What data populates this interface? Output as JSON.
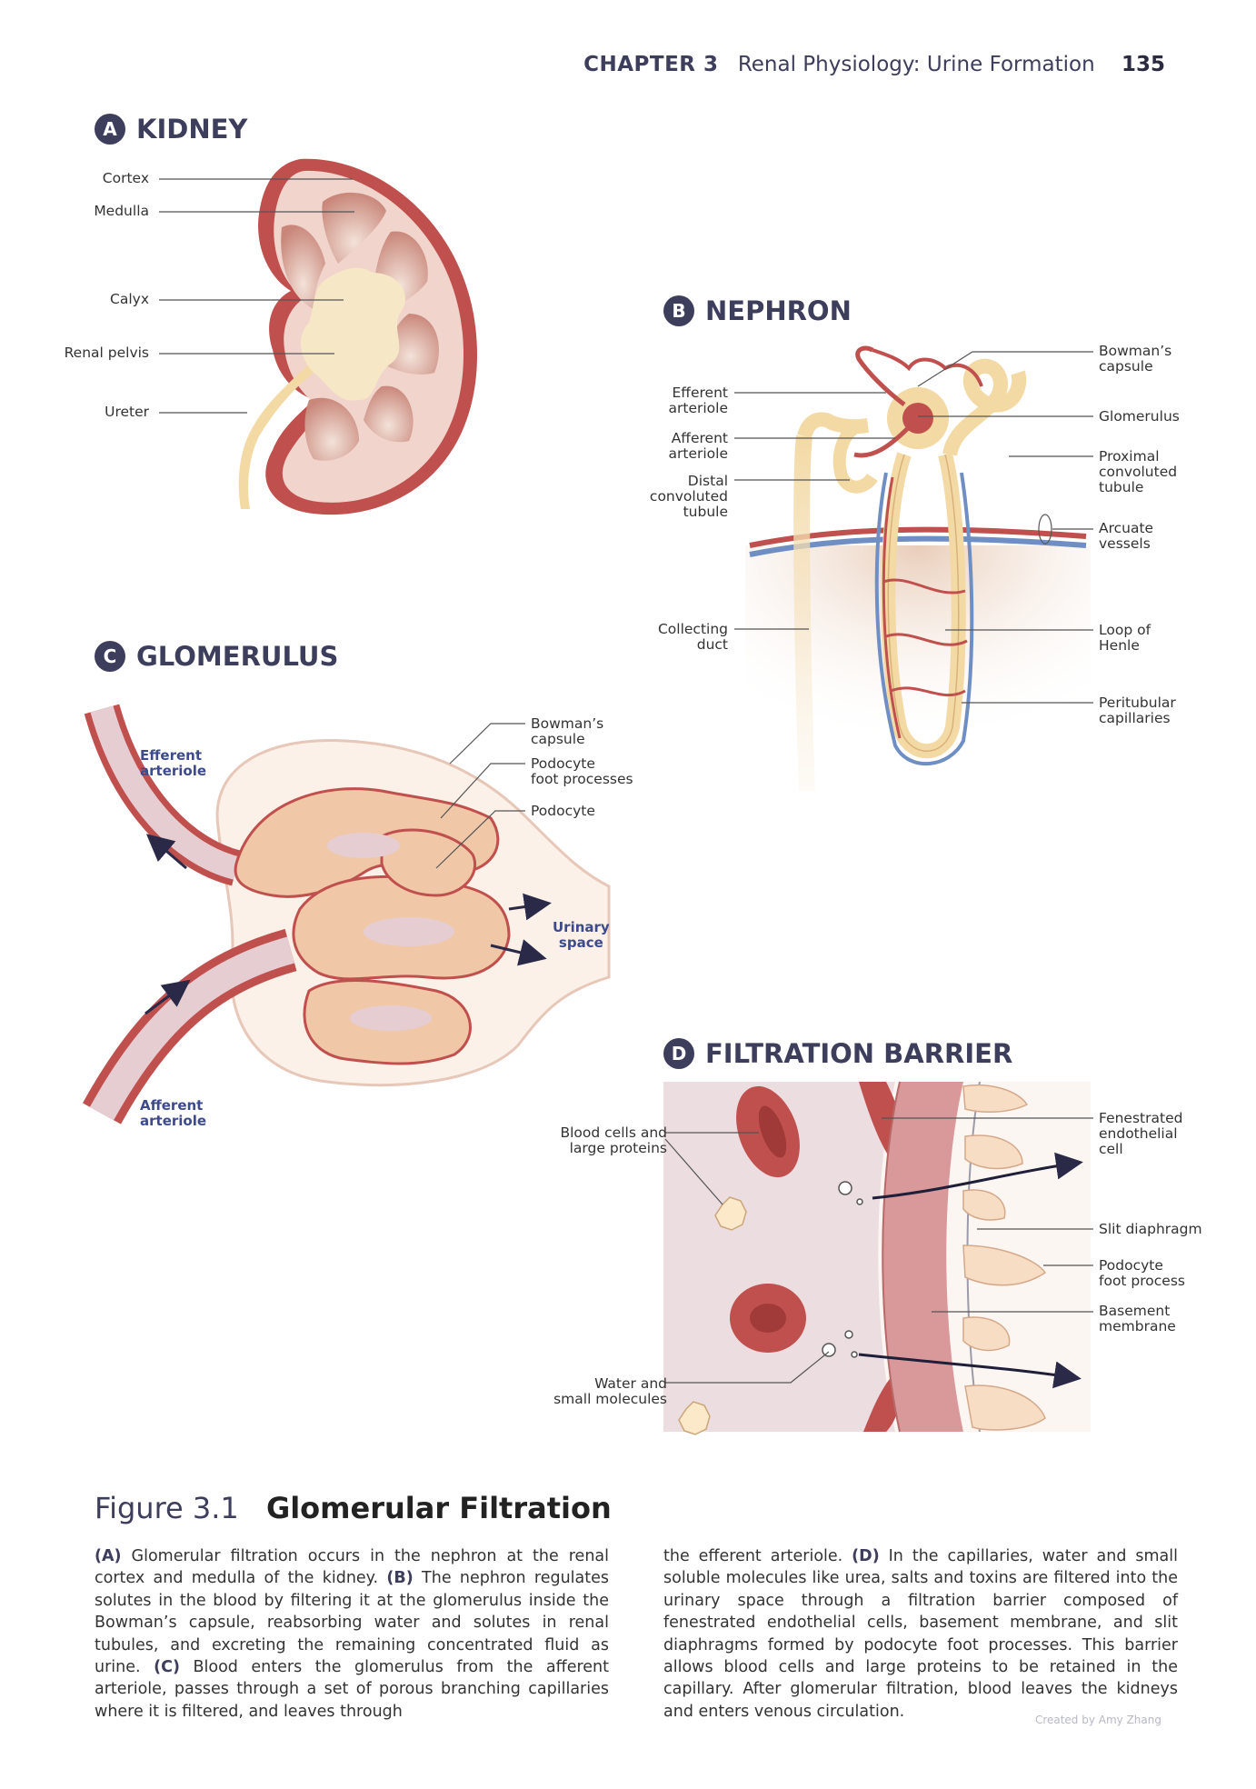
{
  "header": {
    "chapter": "CHAPTER 3",
    "title": "Renal Physiology: Urine Formation",
    "page": "135"
  },
  "panels": {
    "a": {
      "letter": "A",
      "title": "KIDNEY",
      "labels": {
        "cortex": "Cortex",
        "medulla": "Medulla",
        "calyx": "Calyx",
        "renal_pelvis": "Renal pelvis",
        "ureter": "Ureter"
      }
    },
    "b": {
      "letter": "B",
      "title": "NEPHRON",
      "labels": {
        "efferent": "Efferent\narteriole",
        "afferent": "Afferent\narteriole",
        "distal": "Distal\nconvoluted\ntubule",
        "collecting": "Collecting\nduct",
        "bowmans": "Bowman’s\ncapsule",
        "glomerulus": "Glomerulus",
        "proximal": "Proximal\nconvoluted\ntubule",
        "arcuate": "Arcuate\nvessels",
        "loop": "Loop of\nHenle",
        "peritubular": "Peritubular\ncapillaries"
      }
    },
    "c": {
      "letter": "C",
      "title": "GLOMERULUS",
      "labels": {
        "efferent": "Efferent\narteriole",
        "afferent": "Afferent\narteriole",
        "bowmans": "Bowman’s\ncapsule",
        "foot_processes": "Podocyte\nfoot processes",
        "podocyte": "Podocyte",
        "urinary_space": "Urinary\nspace"
      }
    },
    "d": {
      "letter": "D",
      "title": "FILTRATION BARRIER",
      "labels": {
        "blood_cells": "Blood cells and\nlarge proteins",
        "water": "Water and\nsmall molecules",
        "fenestrated": "Fenestrated\nendothelial\ncell",
        "slit": "Slit diaphragm",
        "foot_process": "Podocyte\nfoot process",
        "basement": "Basement\nmembrane"
      }
    }
  },
  "figure": {
    "number": "Figure 3.1",
    "title": "Glomerular Filtration"
  },
  "caption": {
    "left": [
      {
        "tag": "(A)",
        "text": " Glomerular filtration occurs in the nephron at the renal cortex and medulla of the kidney. "
      },
      {
        "tag": "(B)",
        "text": " The nephron regulates solutes in the blood by filtering it at the glomerulus inside the Bowman’s capsule, reabsorbing water and solutes in renal tubules, and excreting the remaining concentrated fluid as urine. "
      },
      {
        "tag": "(C)",
        "text": " Blood enters the glomerulus from the afferent arteriole, passes through a set of porous branching capillaries where it is filtered, and leaves through"
      }
    ],
    "right": [
      {
        "tag": "",
        "text": "the efferent arteriole. "
      },
      {
        "tag": "(D)",
        "text": " In the capillaries, water and small soluble molecules like urea, salts and toxins are filtered into the urinary space through a filtration barrier composed of fenestrated endothelial cells, basement membrane, and slit diaphragms formed by podocyte foot processes. This barrier allows blood cells and large proteins to be retained in the capillary. After glomerular filtration, blood leaves the kidneys and enters venous circulation."
      }
    ]
  },
  "credit": "Created by Amy Zhang",
  "colors": {
    "navy": "#3d3d5c",
    "vessel_red": "#c0504d",
    "tubule": "#f3d9a4",
    "vein_blue": "#6f8fc4"
  }
}
